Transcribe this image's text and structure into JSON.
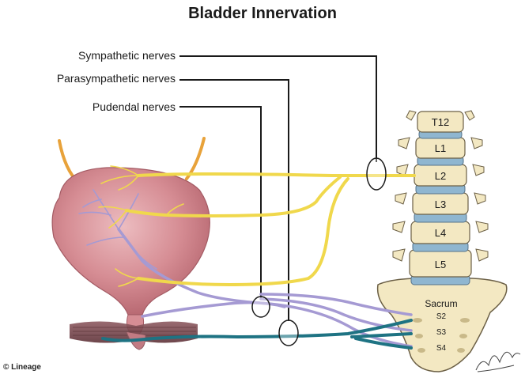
{
  "title": "Bladder Innervation",
  "nerve_labels": {
    "sympathetic": "Sympathetic nerves",
    "parasympathetic": "Parasympathetic nerves",
    "pudendal": "Pudendal nerves"
  },
  "vertebrae": [
    "T12",
    "L1",
    "L2",
    "L3",
    "L4",
    "L5"
  ],
  "sacrum": {
    "label": "Sacrum",
    "segments": [
      "S2",
      "S3",
      "S4"
    ]
  },
  "copyright": "© Lineage",
  "colors": {
    "sympathetic": "#f0d84c",
    "parasympathetic": "#a59ad3",
    "pudendal": "#1e7383",
    "bladder": "#d68d94",
    "vertebra": "#f3e8c2",
    "disc": "#8fb6d0"
  }
}
